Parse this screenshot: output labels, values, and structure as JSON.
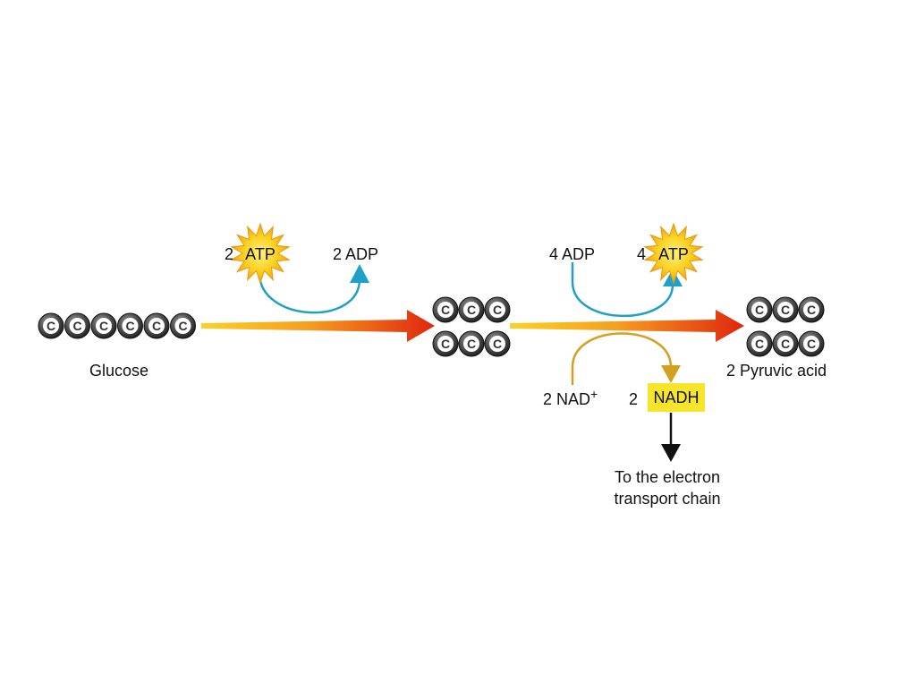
{
  "labels": {
    "glucose": "Glucose",
    "pyruvic": "2 Pyruvic acid",
    "electron_line1": "To the electron",
    "electron_line2": "transport chain"
  },
  "step1": {
    "atp_count": "2",
    "atp": "ATP",
    "adp": "2 ADP"
  },
  "step2": {
    "adp": "4 ADP",
    "atp_count": "4",
    "atp": "ATP",
    "nad": "2 NAD",
    "nad_sup": "+",
    "nadh_count": "2",
    "nadh": "NADH"
  },
  "carbon_symbol": "C",
  "colors": {
    "arrow_start": "#f6c81c",
    "arrow_end": "#e02a10",
    "blue_arrow": "#1ea0c8",
    "gold_arrow": "#d4a020",
    "burst": "#f6c81c",
    "nadh_box": "#f6e52a"
  }
}
